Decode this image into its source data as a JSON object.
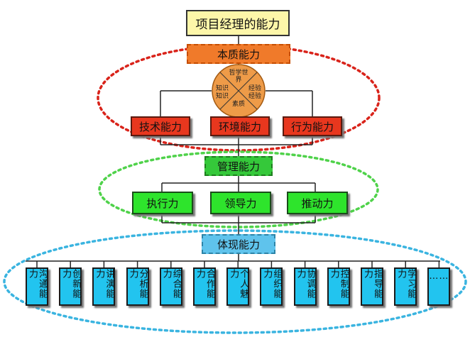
{
  "title": "项目经理的能力",
  "essential": {
    "label": "本质能力",
    "core": [
      "哲学世界",
      "知识",
      "知识",
      "经验",
      "经验",
      "素质"
    ],
    "children": [
      "技术能力",
      "环境能力",
      "行为能力"
    ]
  },
  "management": {
    "label": "管理能力",
    "children": [
      "执行力",
      "领导力",
      "推动力"
    ]
  },
  "manifest": {
    "label": "体现能力",
    "children": [
      "沟通能力",
      "创新能力",
      "讲演能力",
      "分析能力",
      "综合能力",
      "合作能力",
      "个人魅力",
      "组织能力",
      "协调能力",
      "控制能力",
      "指导能力",
      "学习能力",
      "……"
    ]
  },
  "colors": {
    "red_ellipse": "#d9231a",
    "green_ellipse": "#4fd24a",
    "blue_ellipse": "#3ab4e0",
    "core_fill": "#ee9b48"
  }
}
